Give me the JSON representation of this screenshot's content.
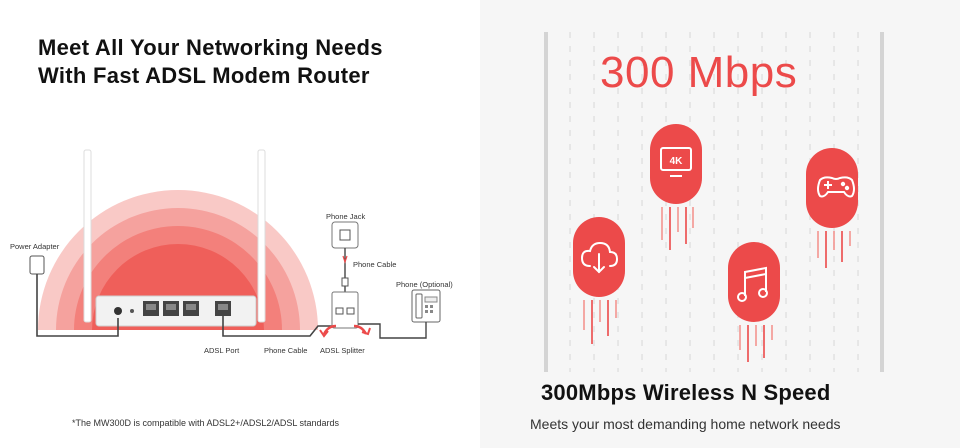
{
  "left_panel": {
    "headline_line1": "Meet All Your Networking Needs",
    "headline_line2": "With Fast ADSL Modem Router",
    "labels": {
      "power_adapter": "Power Adapter",
      "phone_jack": "Phone Jack",
      "phone_cable_top": "Phone Cable",
      "phone_optional": "Phone (Optional)",
      "adsl_port": "ADSL Port",
      "phone_cable_bottom": "Phone Cable",
      "adsl_splitter": "ADSL Splitter",
      "tv_badge": "4K"
    },
    "footnote": "*The MW300D is compatible with ADSL2+/ADSL2/ADSL standards"
  },
  "right_panel": {
    "big_speed": "300 Mbps",
    "title": "300Mbps Wireless N Speed",
    "subtitle": "Meets your most demanding home network needs",
    "icons": [
      "cloud-download-icon",
      "tv-4k-icon",
      "music-note-icon",
      "gamepad-icon"
    ]
  },
  "colors": {
    "accent": "#ec4a4a",
    "accent_light": "#f7a7a4",
    "panel_bg": "#f6f6f6"
  }
}
